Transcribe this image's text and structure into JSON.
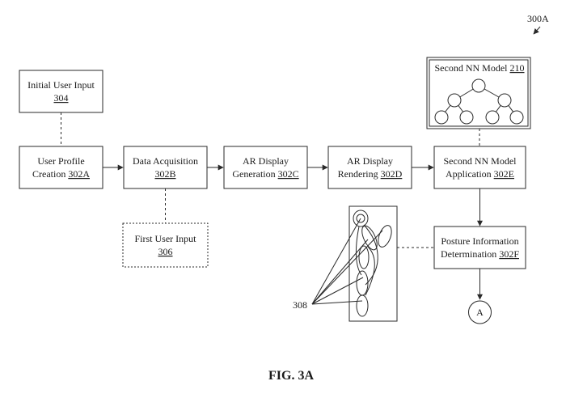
{
  "figure_id": "300A",
  "figure_caption": "FIG. 3A",
  "boxes": {
    "initial_user_input": {
      "label": "Initial User Input",
      "ref": "304"
    },
    "user_profile_creation": {
      "line1": "User Profile",
      "line2": "Creation ",
      "ref": "302A"
    },
    "data_acquisition": {
      "line1": "Data Acquisition",
      "ref": "302B"
    },
    "first_user_input": {
      "label": "First User Input",
      "ref": "306"
    },
    "ar_display_generation": {
      "line1": "AR Display",
      "line2": "Generation ",
      "ref": "302C"
    },
    "ar_display_rendering": {
      "line1": "AR Display",
      "line2": "Rendering ",
      "ref": "302D"
    },
    "second_nn_model_application": {
      "line1": "Second NN Model",
      "line2": "Application ",
      "ref": "302E"
    },
    "second_nn_model": {
      "label": "Second NN Model ",
      "ref": "210"
    },
    "posture_information_determination": {
      "line1": "Posture Information",
      "line2": "Determination ",
      "ref": "302F"
    }
  },
  "body_image_ref": "308",
  "connector": {
    "label": "A"
  }
}
